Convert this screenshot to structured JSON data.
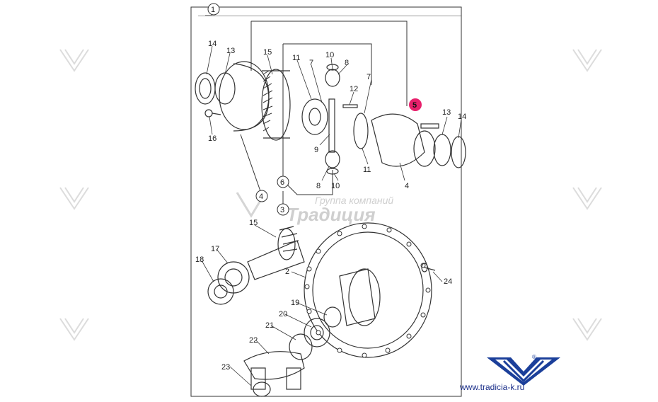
{
  "diagram": {
    "callouts": {
      "c1": "1",
      "c3": "3",
      "c4": "4",
      "c5": "5",
      "c6": "6"
    },
    "labels": {
      "l14a": "14",
      "l13a": "13",
      "l15a": "15",
      "l11a": "11",
      "l7a": "7",
      "l10a": "10",
      "l8a": "8",
      "l7b": "7",
      "l12": "12",
      "l16": "16",
      "l9": "9",
      "l11b": "11",
      "l4b": "4",
      "l13b": "13",
      "l14b": "14",
      "l8b": "8",
      "l10b": "10",
      "l15b": "15",
      "l17": "17",
      "l18": "18",
      "l2": "2",
      "l24": "24",
      "l19": "19",
      "l20": "20",
      "l21": "21",
      "l22": "22",
      "l23": "23"
    }
  },
  "watermark": {
    "line1": "Группа компаний",
    "line2": "Традиция"
  },
  "branding": {
    "url": "www.tradicia-k.ru",
    "registered": "®",
    "brand_color": "#1b3f9a",
    "highlight_color": "#e8206c"
  }
}
